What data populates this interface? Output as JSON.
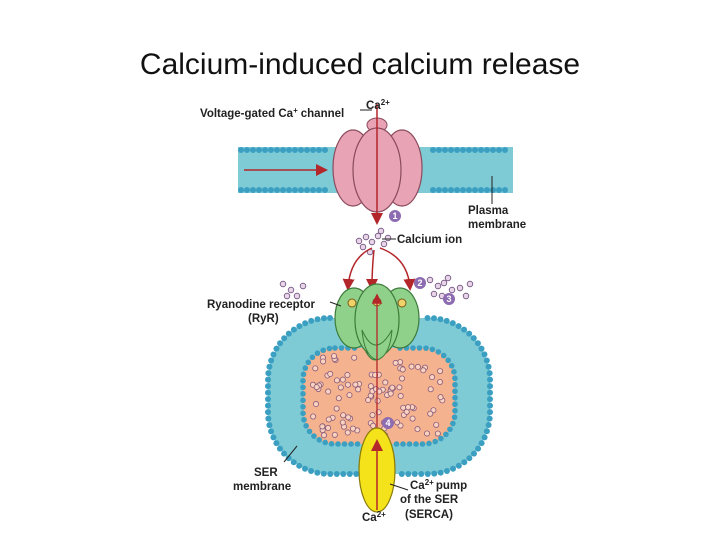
{
  "title": "Calcium-induced calcium release",
  "labels": {
    "voltage_gated_channel": "Voltage-gated Ca",
    "voltage_gated_channel_sup": "+",
    "voltage_gated_channel_end": "channel",
    "ca_top": "Ca",
    "ca_top_sup": "2+",
    "plasma_membrane_1": "Plasma",
    "plasma_membrane_2": "membrane",
    "calcium_ion": "Calcium ion",
    "ryr_1": "Ryanodine receptor",
    "ryr_2": "(RyR)",
    "ser_membrane_1": "SER",
    "ser_membrane_2": "membrane",
    "pump_1": "Ca",
    "pump_1_sup": "2+",
    "pump_1_end": "pump",
    "pump_2": "of the SER",
    "pump_3": "(SERCA)",
    "ca_bottom": "Ca",
    "ca_bottom_sup": "2+"
  },
  "steps": [
    "1",
    "2",
    "3",
    "4"
  ],
  "colors": {
    "membrane": "#7ecbd6",
    "lipid_head": "#3b9fc2",
    "channel": "#e8a3b5",
    "ryr": "#8fd18a",
    "lumen": "#f4b28e",
    "pump": "#f4e21a",
    "arrow": "#b3262a",
    "step_badge": "#8c6bb1"
  }
}
